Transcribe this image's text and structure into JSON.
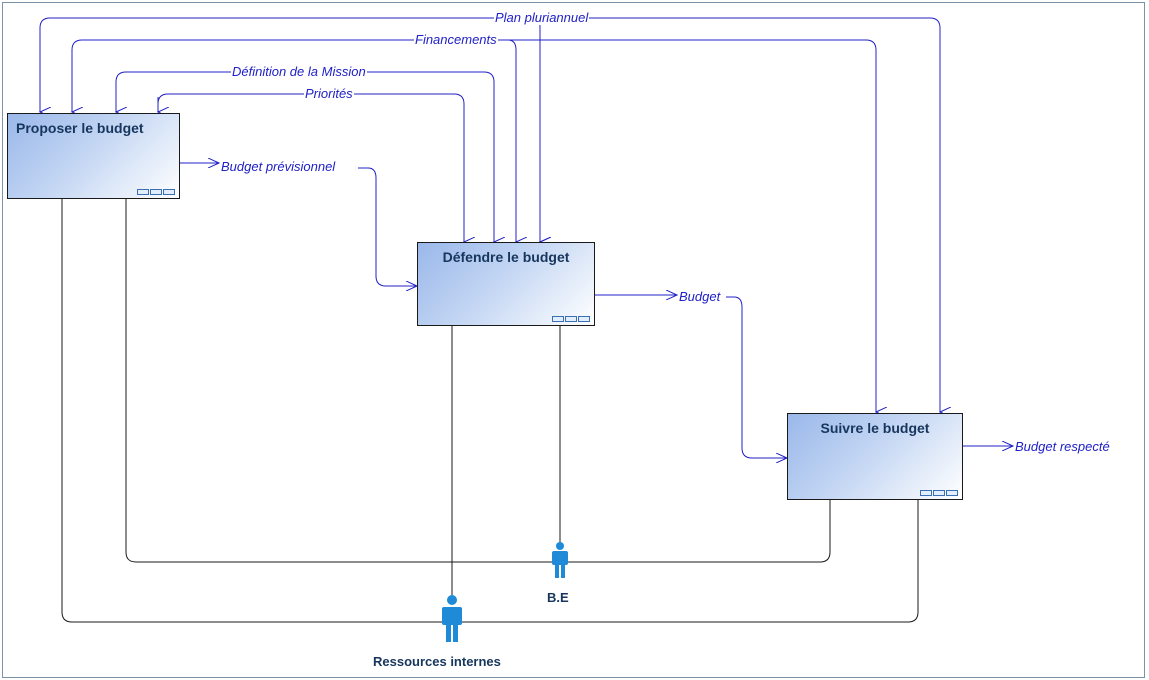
{
  "activities": {
    "proposer": "Proposer le budget",
    "defendre": "Défendre le budget",
    "suivre": "Suivre le budget"
  },
  "flows": {
    "plan": "Plan pluriannuel",
    "financements": "Financements",
    "mission": "Définition de la Mission",
    "priorites": "Priorités",
    "previsionnel": "Budget prévisionnel",
    "budget": "Budget",
    "respecte": "Budget respecté"
  },
  "actors": {
    "be": "B.E",
    "ressources": "Ressources internes"
  },
  "colors": {
    "flow_line": "#2020c8",
    "resource_line": "#1a1a1a",
    "actor": "#1f8ad8",
    "title": "#17365d"
  },
  "icons": [
    "person-icon",
    "arrow-head-icon",
    "subprocess-icon"
  ]
}
